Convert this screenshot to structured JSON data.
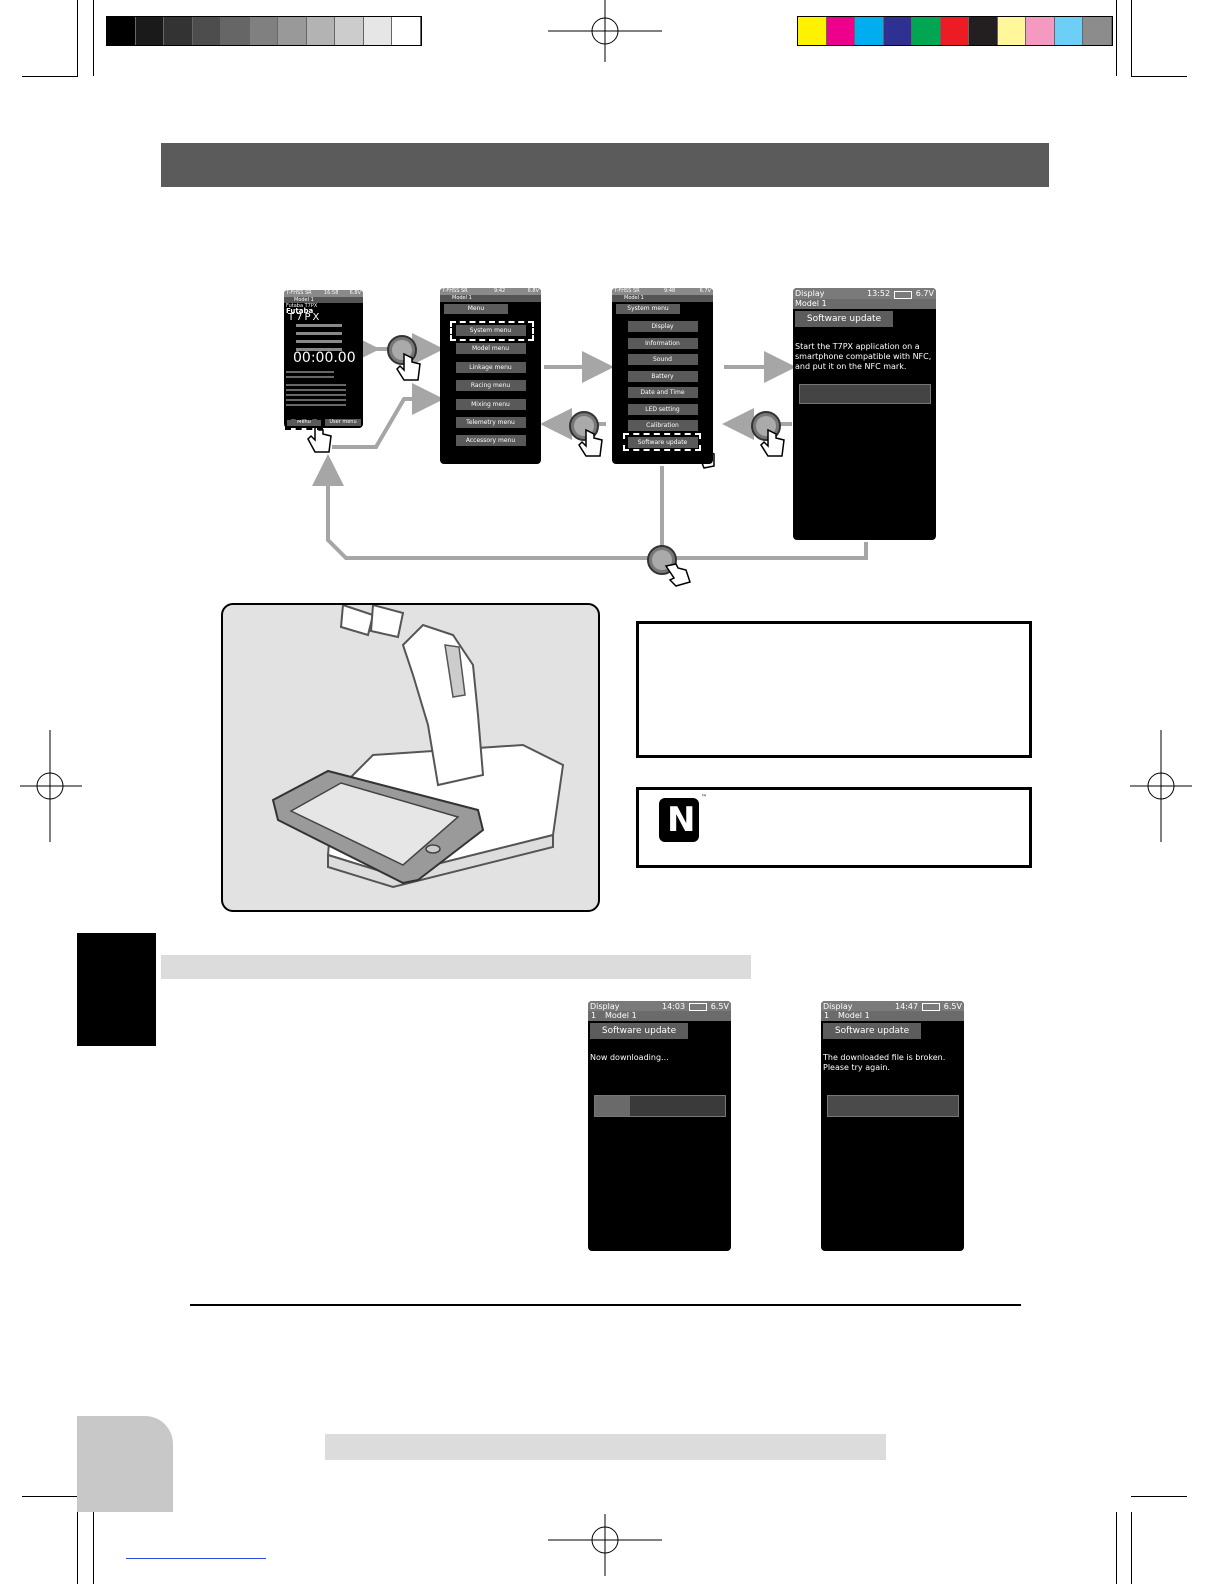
{
  "color_bars": {
    "grays": [
      "#000000",
      "#1a1a1a",
      "#333333",
      "#4d4d4d",
      "#666666",
      "#808080",
      "#999999",
      "#b3b3b3",
      "#cccccc",
      "#e6e6e6",
      "#ffffff"
    ],
    "colors": [
      "#fff200",
      "#ec008c",
      "#00aeef",
      "#2e3192",
      "#00a651",
      "#ed1c24",
      "#231f20",
      "#fff799",
      "#f49ac1",
      "#6dcff6",
      "#8c8c8c"
    ]
  },
  "screen_home": {
    "status_left": "T-FHSS SR",
    "status_time": "16:58",
    "status_volt": "6.8V",
    "model": "Model 1",
    "brand_small": "Futaba T7PX",
    "brand": "Futaba",
    "product": "T7PX",
    "timer": "00:00.00",
    "menu_label": "Menu",
    "user_menu_label": "User menu"
  },
  "screen_menu": {
    "status_left": "T-FHSS SR",
    "status_time": "9:42",
    "status_volt": "6.8V",
    "model": "Model 1",
    "title": "Menu",
    "items": [
      "System menu",
      "Model menu",
      "Linkage menu",
      "Racing menu",
      "Mixing menu",
      "Telemetry menu",
      "Accessory menu"
    ]
  },
  "screen_system": {
    "status_left": "T-FHSS SR",
    "status_time": "9:48",
    "status_volt": "6.7V",
    "model": "Model 1",
    "title": "System menu",
    "items": [
      "Display",
      "Information",
      "Sound",
      "Battery",
      "Date and Time",
      "LED setting",
      "Calibration",
      "Software update"
    ]
  },
  "screen_update": {
    "status_left": "Display",
    "status_time": "13:52",
    "status_volt": "6.7V",
    "model": "Model 1",
    "title": "Software update",
    "message": "Start the T7PX application on a smartphone compatible with NFC, and put it on the NFC mark."
  },
  "screen_download": {
    "status_left": "Display",
    "status_time": "14:03",
    "status_volt": "6.5V",
    "model_no": "1",
    "model": "Model 1",
    "title": "Software update",
    "message": "Now downloading...",
    "progress": 0.27
  },
  "screen_broken": {
    "status_left": "Display",
    "status_time": "14:47",
    "status_volt": "6.5V",
    "model_no": "1",
    "model": "Model 1",
    "title": "Software update",
    "message": "The downloaded file is broken.\nPlease try again."
  },
  "nfc_logo_label": "N",
  "trademark": "™",
  "colors": {
    "header_bar": "#5b5b5b",
    "arrow_gray": "#a6a6a6",
    "light_bar": "#dcdcdc",
    "page_tab": "#c8c8c8"
  }
}
